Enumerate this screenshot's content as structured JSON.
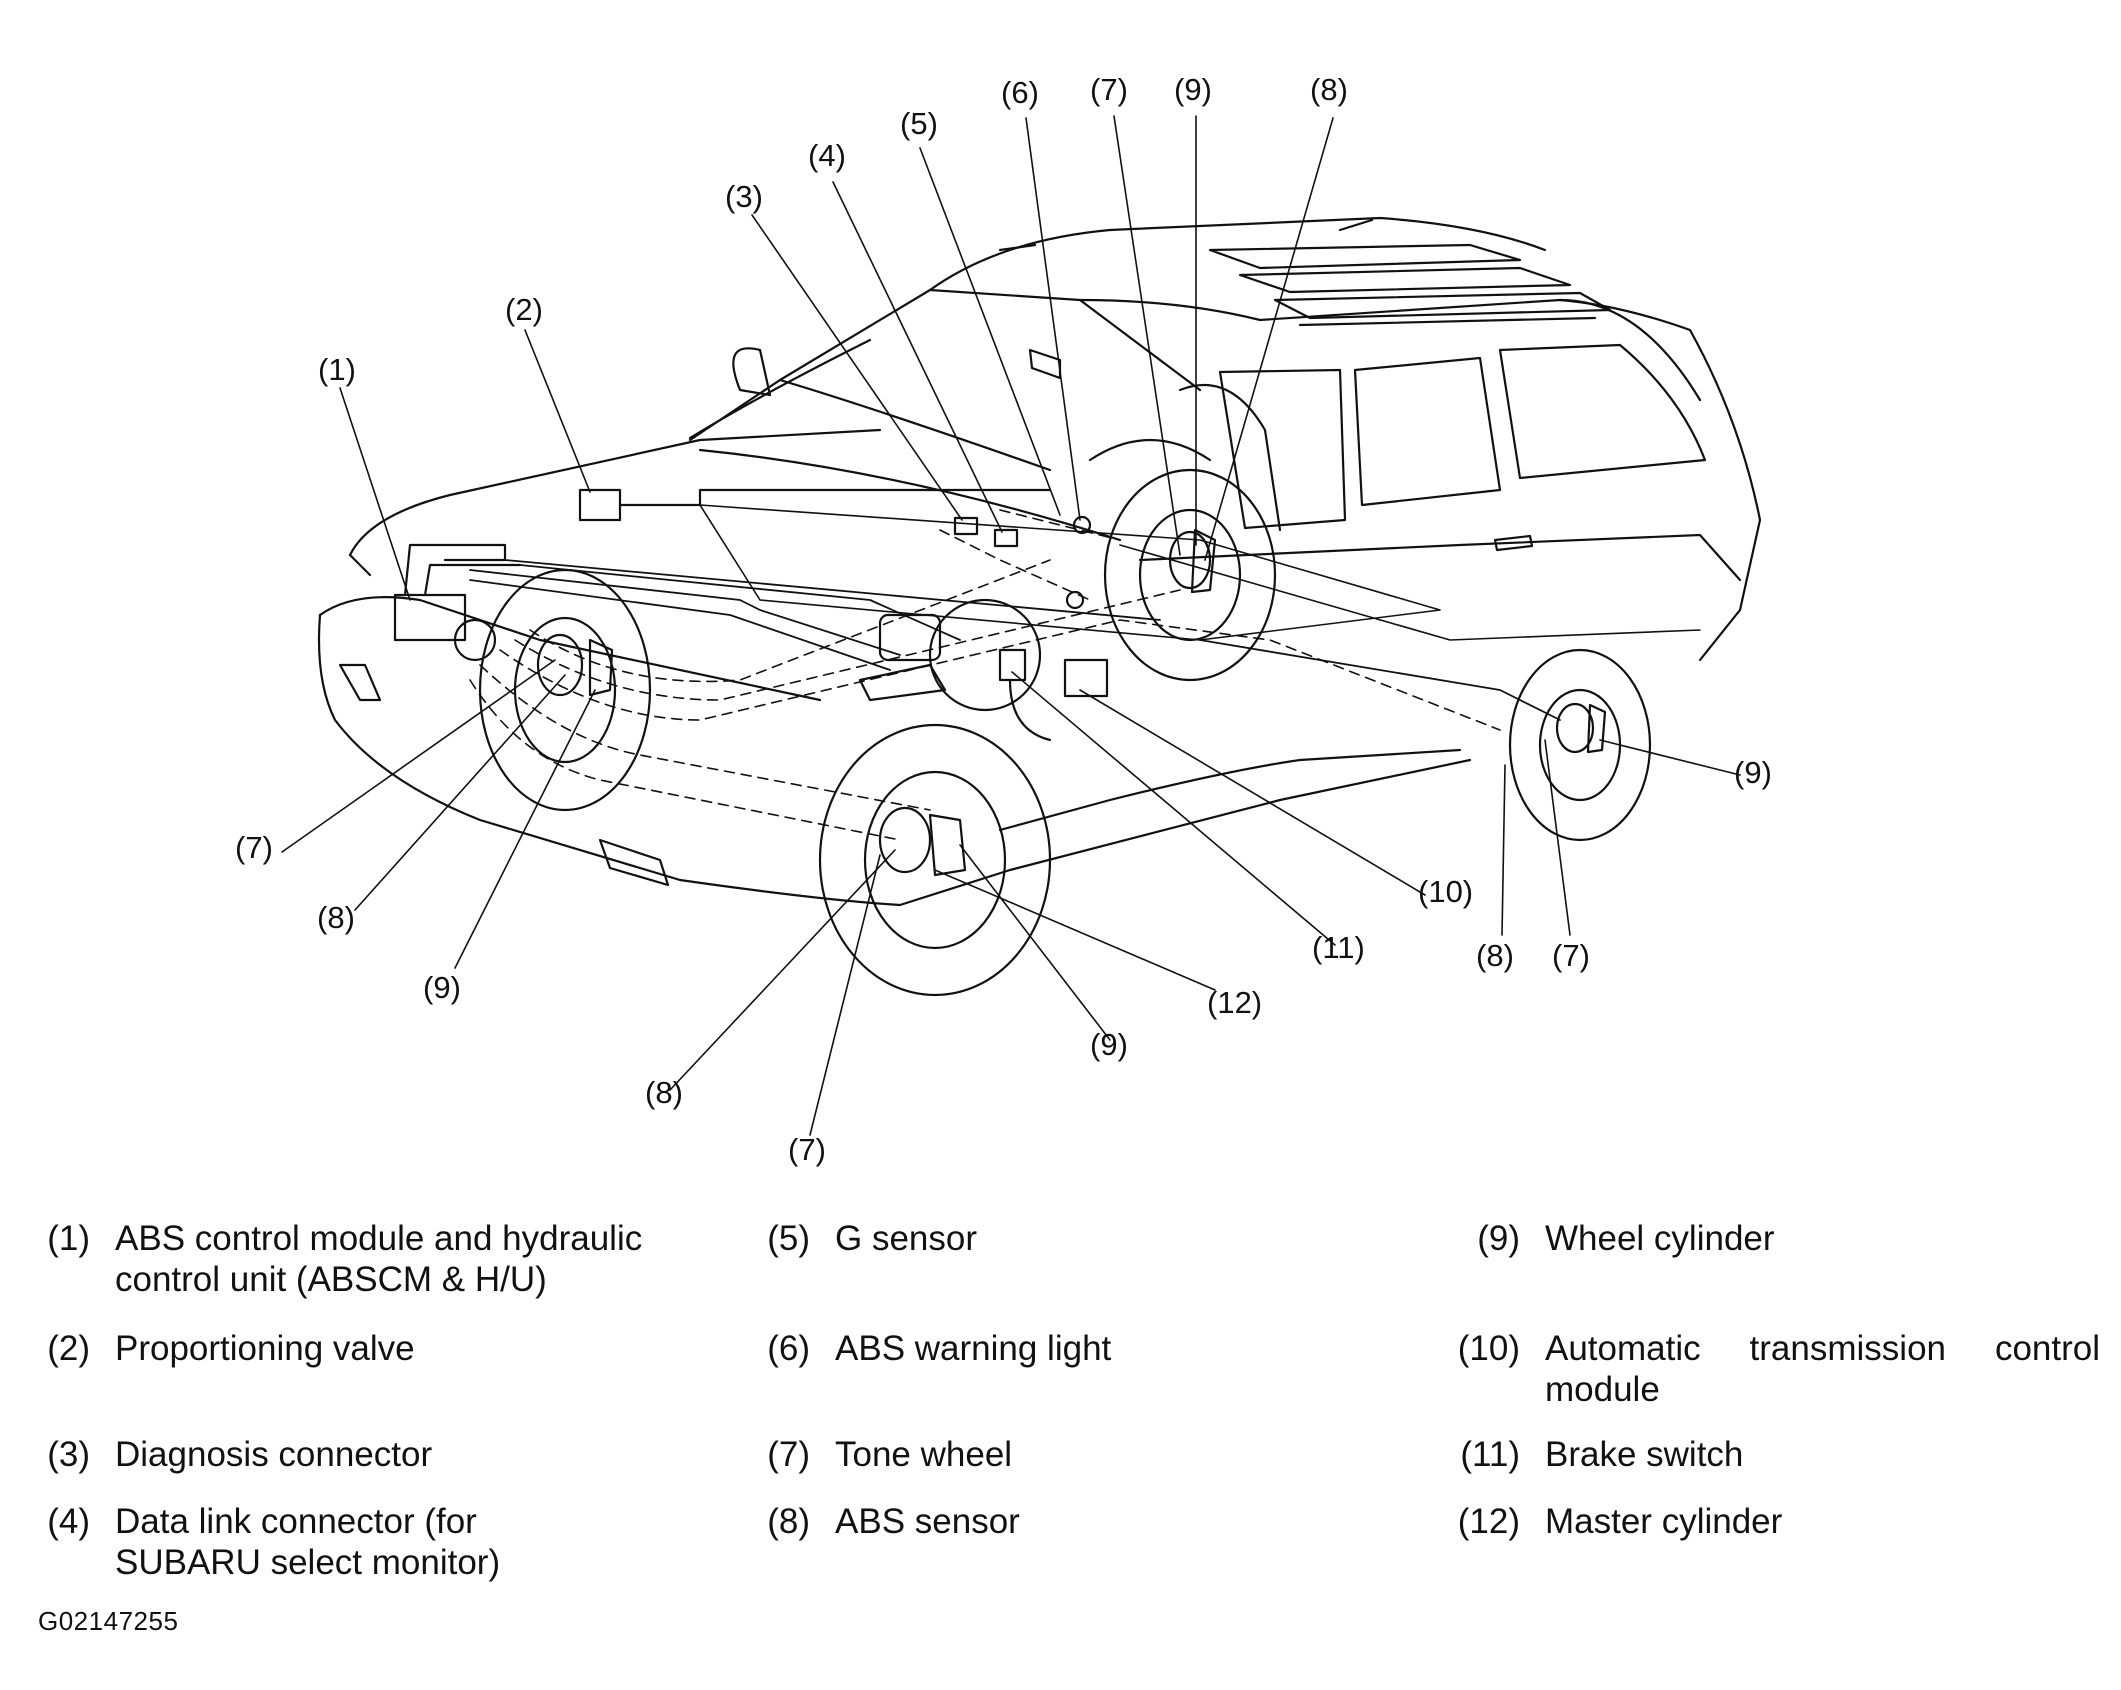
{
  "callouts": {
    "c1": "(1)",
    "c2": "(2)",
    "c3": "(3)",
    "c4": "(4)",
    "c5": "(5)",
    "c6": "(6)",
    "c7": "(7)",
    "c8": "(8)",
    "c9": "(9)",
    "c10": "(10)",
    "c11": "(11)",
    "c12": "(12)"
  },
  "legend": [
    {
      "num": "(1)",
      "text": "ABS control module and hydraulic control unit (ABSCM & H/U)"
    },
    {
      "num": "(2)",
      "text": "Proportioning valve"
    },
    {
      "num": "(3)",
      "text": "Diagnosis connector"
    },
    {
      "num": "(4)",
      "text": "Data link connector (for SUBARU select monitor)"
    },
    {
      "num": "(5)",
      "text": "G sensor"
    },
    {
      "num": "(6)",
      "text": "ABS warning light"
    },
    {
      "num": "(7)",
      "text": "Tone wheel"
    },
    {
      "num": "(8)",
      "text": "ABS sensor"
    },
    {
      "num": "(9)",
      "text": "Wheel cylinder"
    },
    {
      "num": "(10)",
      "text": "Automatic transmission control module"
    },
    {
      "num": "(11)",
      "text": "Brake switch"
    },
    {
      "num": "(12)",
      "text": "Master cylinder"
    }
  ],
  "figure_code": "G02147255"
}
